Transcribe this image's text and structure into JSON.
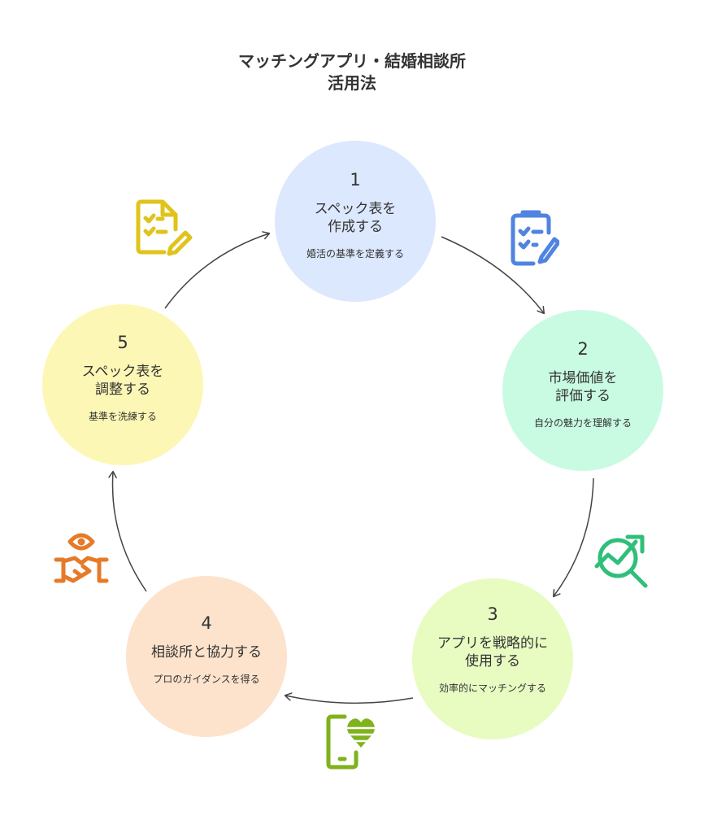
{
  "title": {
    "line1": "マッチングアプリ・結婚相談所",
    "line2": "活用法"
  },
  "steps": [
    {
      "number": "1",
      "title_lines": [
        "スペック表を",
        "作成する"
      ],
      "description": "婚活の基準を定義する",
      "color": "#dce8fd",
      "icon": "clipboard-edit-icon",
      "icon_color": "#4f84e0"
    },
    {
      "number": "2",
      "title_lines": [
        "市場価値を",
        "評価する"
      ],
      "description": "自分の魅力を理解する",
      "color": "#c9fbe3",
      "icon": "analytics-search-icon",
      "icon_color": "#2fbf7a"
    },
    {
      "number": "3",
      "title_lines": [
        "アプリを戦略的に",
        "使用する"
      ],
      "description": "効率的にマッチングする",
      "color": "#e8fcc2",
      "icon": "phone-heart-icon",
      "icon_color": "#7fb21c"
    },
    {
      "number": "4",
      "title_lines": [
        "相談所と協力する"
      ],
      "description": "プロのガイダンスを得る",
      "color": "#fde3cc",
      "icon": "handshake-eye-icon",
      "icon_color": "#e57b29"
    },
    {
      "number": "5",
      "title_lines": [
        "スペック表を",
        "調整する"
      ],
      "description": "基準を洗練する",
      "color": "#fdf7b6",
      "icon": "checklist-pencil-icon",
      "icon_color": "#e0c31b"
    }
  ],
  "arrow_color": "#444444"
}
